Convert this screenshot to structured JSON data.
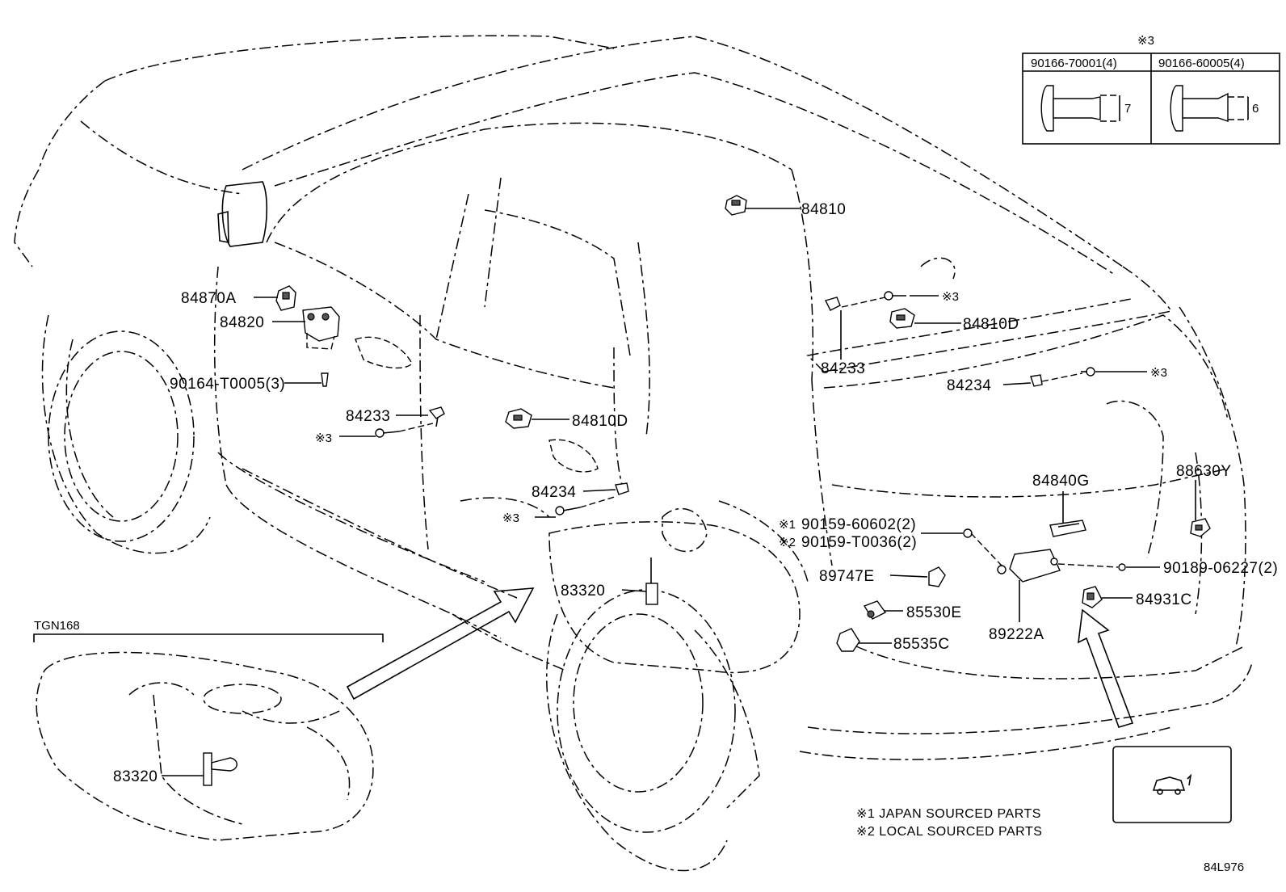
{
  "diagram": {
    "labels": {
      "p84810": "84810",
      "p84870A": "84870A",
      "p84820": "84820",
      "p90164": "90164-T0005(3)",
      "p84233_left": "84233",
      "p84810D_mid": "84810D",
      "p84234_left": "84234",
      "p84233_right": "84233",
      "p84810D_right": "84810D",
      "p84234_right": "84234",
      "p84840G": "84840G",
      "p88630Y": "88630Y",
      "p90159_1": "90159-60602(2)",
      "p90159_2": "90159-T0036(2)",
      "p89747E": "89747E",
      "p90189": "90189-06227(2)",
      "p85530E": "85530E",
      "p85535C": "85535C",
      "p84931C": "84931C",
      "p89222A": "89222A",
      "p83320_main": "83320",
      "p83320_inset": "83320",
      "tgn": "TGN168",
      "ref_mark_1": "※1",
      "ref_mark_2": "※2",
      "ref_mark_3": "※3"
    },
    "footnotes": {
      "note1": "※1 JAPAN SOURCED PARTS",
      "note2": "※2 LOCAL SOURCED PARTS"
    },
    "fastener_table": {
      "title": "※3",
      "col1_part": "90166-70001(4)",
      "col2_part": "90166-60005(4)",
      "col1_dim": "7",
      "col2_dim": "6"
    },
    "figure_code": "84L976"
  }
}
